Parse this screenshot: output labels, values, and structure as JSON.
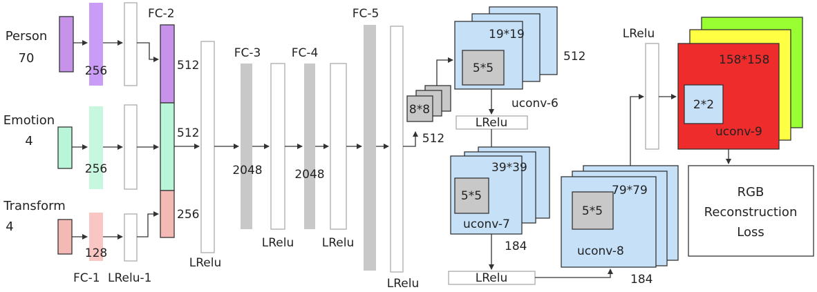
{
  "colors": {
    "person": "#c792ea",
    "person_light": "#c99cf5",
    "emotion": "#b9f5d8",
    "emotion_light": "#c8f7df",
    "transform": "#f4b8b5",
    "transform_light": "#f9c6c4",
    "fc_gray": "#c8c8c8",
    "lrelu_outline": "#a9a9a9",
    "uconv_blue": "#c5e0f7",
    "kernel_gray": "#c8c8c8",
    "out_red": "#ee2c2c",
    "out_yellow": "#ffff44",
    "out_green": "#99ff33",
    "arrow": "#333333"
  },
  "inputs": {
    "person_name": "Person",
    "person_dim": "70",
    "emotion_name": "Emotion",
    "emotion_dim": "4",
    "transform_name": "Transform",
    "transform_dim": "4"
  },
  "layers": {
    "fc1_label": "FC-1",
    "lrelu1_label": "LRelu-1",
    "fc1_person_units": "256",
    "fc1_emotion_units": "256",
    "fc1_transform_units": "128",
    "fc2_label": "FC-2",
    "fc2_person_units": "512",
    "fc2_emotion_units": "512",
    "fc2_transform_units": "256",
    "lrelu_after_fc2": "LRelu",
    "fc3_label": "FC-3",
    "fc3_units": "2048",
    "lrelu_after_fc3": "LRelu",
    "fc4_label": "FC-4",
    "fc4_units": "2048",
    "lrelu_after_fc4": "LRelu",
    "fc5_label": "FC-5",
    "lrelu_after_fc5": "LRelu",
    "reshape_size": "8*8",
    "reshape_channels": "512",
    "uconv6_label": "uconv-6",
    "uconv6_size": "19*19",
    "uconv6_kernel": "5*5",
    "uconv6_channels": "512",
    "lrelu_after_uconv6": "LRelu",
    "uconv7_label": "uconv-7",
    "uconv7_size": "39*39",
    "uconv7_kernel": "5*5",
    "uconv7_channels": "184",
    "lrelu_after_uconv7": "LRelu",
    "uconv8_label": "uconv-8",
    "uconv8_size": "79*79",
    "uconv8_kernel": "5*5",
    "uconv8_channels": "184",
    "lrelu_after_uconv8": "LRelu",
    "uconv9_label": "uconv-9",
    "uconv9_size": "158*158",
    "uconv9_kernel": "2*2"
  },
  "loss": {
    "line1": "RGB",
    "line2": "Reconstruction",
    "line3": "Loss"
  }
}
